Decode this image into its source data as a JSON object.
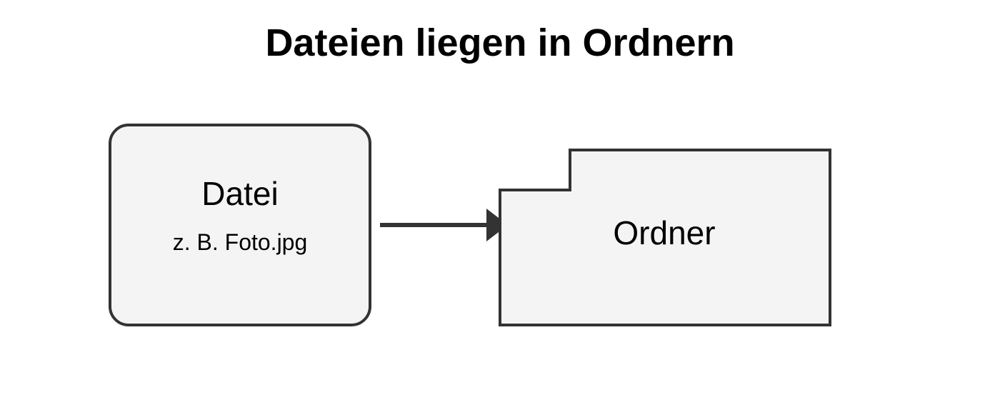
{
  "diagram": {
    "title": "Dateien liegen in Ordnern",
    "file_node": {
      "label": "Datei",
      "sublabel": "z. B. Foto.jpg"
    },
    "folder_node": {
      "label": "Ordner"
    }
  },
  "colors": {
    "node_fill": "#f4f4f4",
    "stroke": "#333333",
    "text": "#000000",
    "background": "#ffffff"
  }
}
